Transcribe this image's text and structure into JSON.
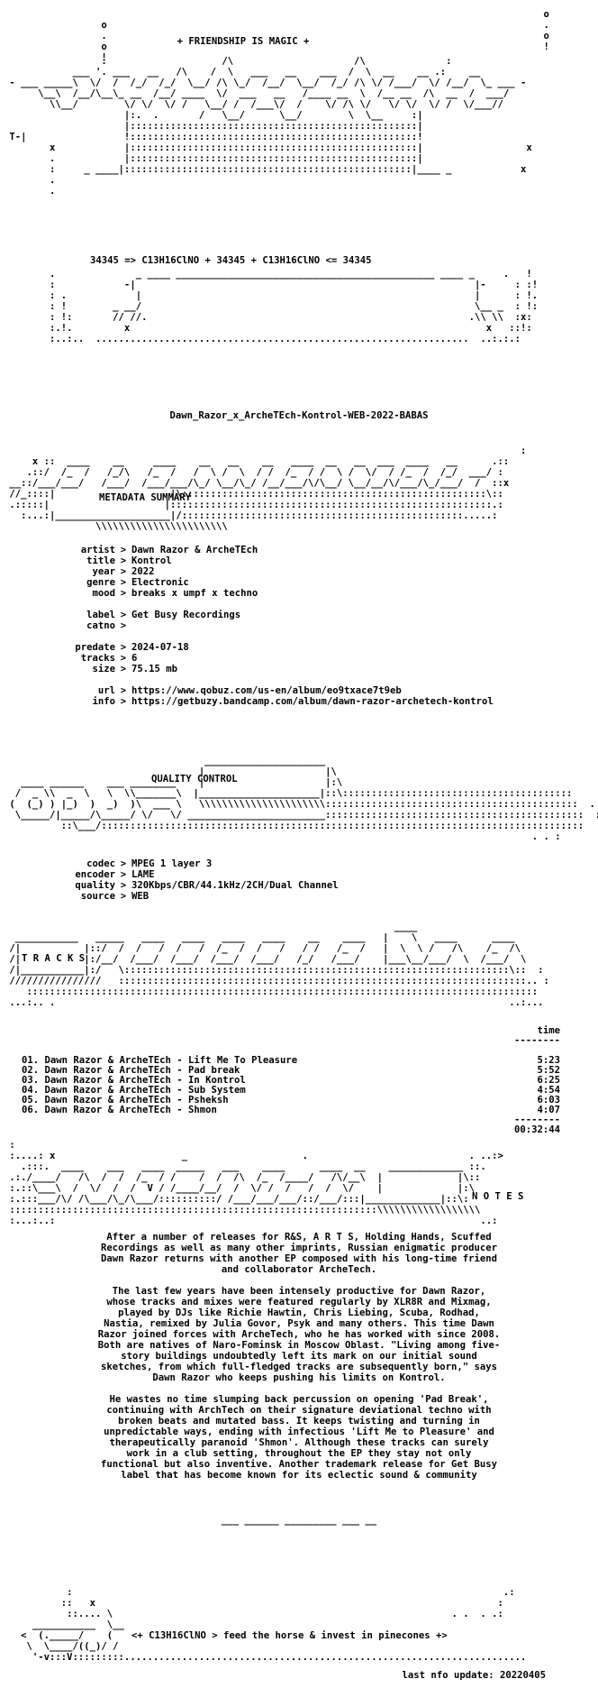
{
  "header": {
    "tagline": "+ FRIENDSHIP IS MAGIC +",
    "formula": "34345 => C13H16ClNO + 34345 + C13H16ClNO <= 34345"
  },
  "release_name": "Dawn_Razor_x_ArcheTEch-Kontrol-WEB-2022-BABAS",
  "metadata": {
    "heading": "METADATA SUMMARY",
    "rows": [
      {
        "key": "artist",
        "value": "Dawn Razor & ArcheTEch"
      },
      {
        "key": "title",
        "value": "Kontrol"
      },
      {
        "key": "year",
        "value": "2022"
      },
      {
        "key": "genre",
        "value": "Electronic"
      },
      {
        "key": "mood",
        "value": "breaks x umpf x techno"
      },
      {
        "key": "",
        "value": ""
      },
      {
        "key": "label",
        "value": "Get Busy Recordings"
      },
      {
        "key": "catno",
        "value": ""
      },
      {
        "key": "",
        "value": ""
      },
      {
        "key": "predate",
        "value": "2024-07-18"
      },
      {
        "key": "tracks",
        "value": "6"
      },
      {
        "key": "size",
        "value": "75.15 mb"
      },
      {
        "key": "",
        "value": ""
      },
      {
        "key": "url",
        "value": "https://www.qobuz.com/us-en/album/eo9txace7t9eb"
      },
      {
        "key": "info",
        "value": "https://getbuzy.bandcamp.com/album/dawn-razor-archetech-kontrol"
      }
    ]
  },
  "quality": {
    "heading": "QUALITY CONTROL",
    "rows": [
      {
        "key": "codec",
        "value": "MPEG 1 layer 3"
      },
      {
        "key": "encoder",
        "value": "LAME"
      },
      {
        "key": "quality",
        "value": "320Kbps/CBR/44.1kHz/2CH/Dual Channel"
      },
      {
        "key": "source",
        "value": "WEB"
      }
    ]
  },
  "tracks": {
    "heading": "T R A C K S",
    "time_header": "time",
    "rule": "--------",
    "items": [
      {
        "no": "01.",
        "artist": "Dawn Razor & ArcheTEch",
        "title": "Lift Me To Pleasure",
        "time": "5:23"
      },
      {
        "no": "02.",
        "artist": "Dawn Razor & ArcheTEch",
        "title": "Pad break",
        "time": "5:52"
      },
      {
        "no": "03.",
        "artist": "Dawn Razor & ArcheTEch",
        "title": "In Kontrol",
        "time": "6:25"
      },
      {
        "no": "04.",
        "artist": "Dawn Razor & ArcheTEch",
        "title": "Sub System",
        "time": "4:54"
      },
      {
        "no": "05.",
        "artist": "Dawn Razor & ArcheTEch",
        "title": "Psheksh",
        "time": "6:03"
      },
      {
        "no": "06.",
        "artist": "Dawn Razor & ArcheTEch",
        "title": "Shmon",
        "time": "4:07"
      }
    ],
    "total": "00:32:44"
  },
  "notes": {
    "heading": "N O T E S",
    "paragraphs": [
      "After a number of releases for R&S, A R T S, Holding Hands, Scuffed\nRecordings as well as many other imprints, Russian enigmatic producer\nDawn Razor returns with another EP composed with his long-time friend\nand collaborator ArcheTech.",
      "The last few years have been intensely productive for Dawn Razor,\nwhose tracks and mixes were featured regularly by XLR8R and Mixmag,\nplayed by DJs like Richie Hawtin, Chris Liebing, Scuba, Rodhad,\nNastia, remixed by Julia Govor, Psyk and many others. This time Dawn\nRazor joined forces with ArcheTech, who he has worked with since 2008.\nBoth are natives of Naro-Fominsk in Moscow Oblast. \"Living among five-\nstory buildings undoubtedly left its mark on our initial sound\nsketches, from which full-fledged tracks are subsequently born,\" says\nDawn Razor who keeps pushing his limits on Kontrol.",
      "He wastes no time slumping back percussion on opening 'Pad Break',\ncontinuing with ArchTech on their signature deviational techno with\nbroken beats and mutated bass. It keeps twisting and turning in\nunpredictable ways, ending with infectious 'Lift Me to Pleasure' and\ntherapeutically paranoid 'Shmon'. Although these tracks can surely\nwork in a club setting, throughout the EP they stay not only\nfunctional but also inventive. Another trademark release for Get Busy\nlabel that has become known for its eclectic sound & community"
    ],
    "end_rule": "___ ______ _________ ___ __"
  },
  "footer": {
    "slogan": "<+ C13H16ClNO > feed the horse & invest in pinecones +>",
    "update": "last nfo update: 20220405"
  }
}
